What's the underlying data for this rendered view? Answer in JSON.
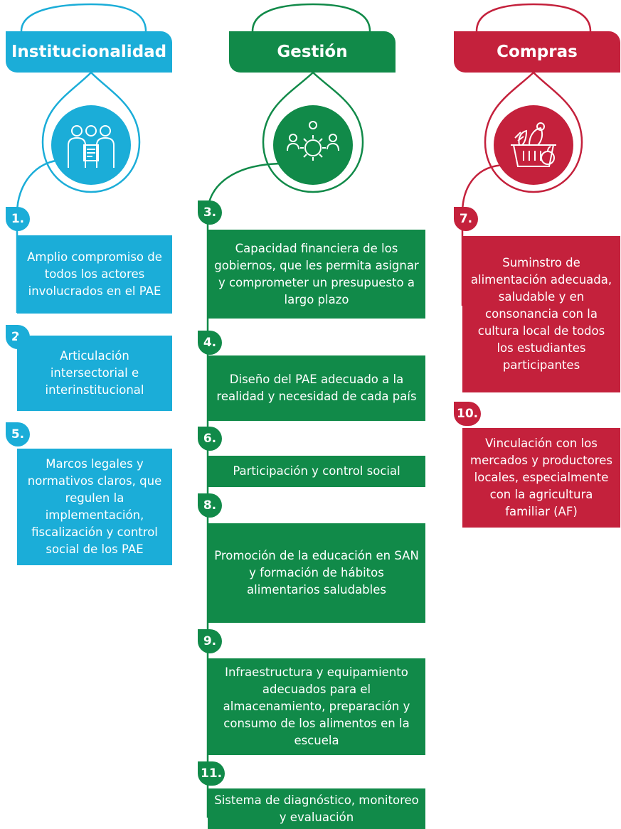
{
  "colors": {
    "institucional": "#1badd8",
    "gestion": "#118a49",
    "compras": "#c4213c"
  },
  "columns": [
    {
      "title": "Institucionalidad",
      "icon": "people-meeting-icon",
      "items": [
        {
          "num": "1.",
          "text": "Amplio compromiso de todos los actores involucrados en el PAE"
        },
        {
          "num": "2.",
          "text": "Articulación intersectorial e interinstitucional"
        },
        {
          "num": "5.",
          "text": "Marcos legales y normativos claros, que regulen la implementación, fiscalización y control social de los PAE"
        }
      ]
    },
    {
      "title": "Gestión",
      "icon": "team-gear-icon",
      "items": [
        {
          "num": "3.",
          "text": "Capacidad financiera de los gobiernos, que les permita asignar y comprometer un presupuesto a largo plazo"
        },
        {
          "num": "4.",
          "text": "Diseño del PAE adecuado a la realidad y necesidad de cada país"
        },
        {
          "num": "6.",
          "text": "Participación y control social"
        },
        {
          "num": "8.",
          "text": "Promoción de la educación en SAN y formación de  hábitos alimentarios saludables"
        },
        {
          "num": "9.",
          "text": "Infraestructura y equipamiento adecuados para el almacenamiento, preparación y consumo de los alimentos en la escuela"
        },
        {
          "num": "11.",
          "text": "Sistema de diagnóstico, monitoreo y evaluación"
        }
      ]
    },
    {
      "title": "Compras",
      "icon": "food-basket-icon",
      "items": [
        {
          "num": "7.",
          "text": "Suminstro de alimentación adecuada, saludable y en consonancia con la cultura local de todos los estudiantes participantes"
        },
        {
          "num": "10.",
          "text": "Vinculación con los mercados y productores locales, especialmente con la agricultura familiar (AF)"
        }
      ]
    }
  ]
}
